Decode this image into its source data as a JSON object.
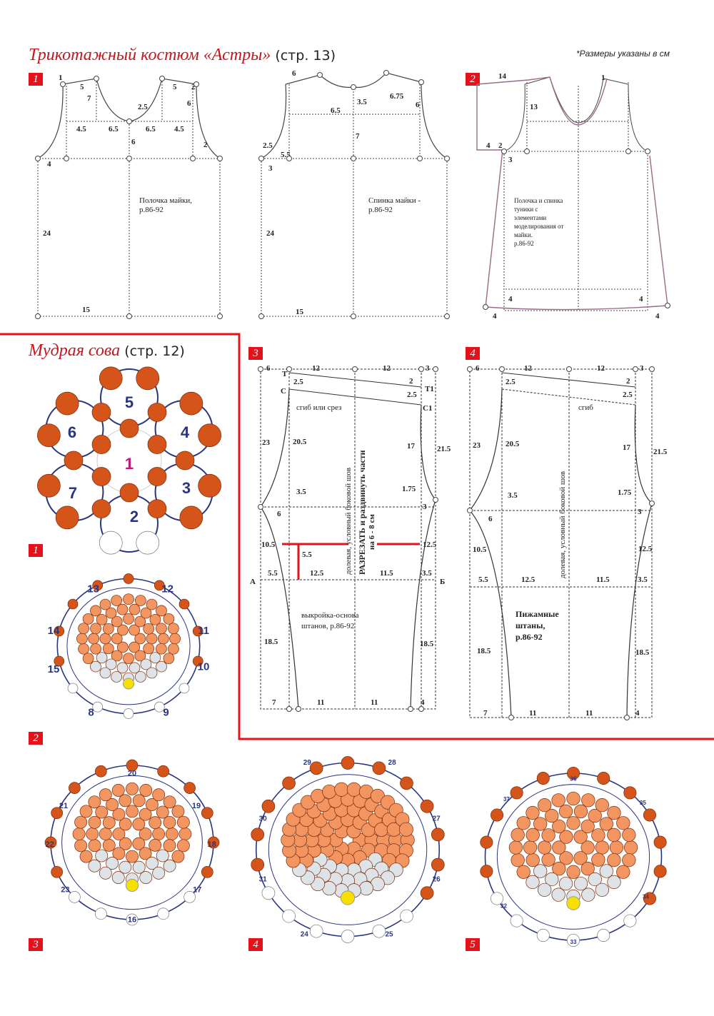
{
  "header": {
    "title": "Трикотажный костюм «Астры»",
    "page_ref": "(стр. 13)",
    "note": "*Размеры указаны в см"
  },
  "section2": {
    "title": "Мудрая сова",
    "page_ref": "(стр. 12)"
  },
  "badges": {
    "top1": "1",
    "top2": "2",
    "pants3": "3",
    "pants4": "4",
    "bead1": "1",
    "bead2": "2",
    "bead3": "3",
    "bead4": "4",
    "bead5": "5"
  },
  "colors": {
    "accent": "#e4131b",
    "bead_dark": "#d4541a",
    "bead_light": "#f29560",
    "thread": "#2a3580",
    "tunic_outline": "#9a6a8a"
  },
  "front": {
    "caption1": "Полочка майки,",
    "caption2": "р.86-92",
    "labels": [
      "1",
      "5",
      "7",
      "2.5",
      "5",
      "2",
      "6",
      "4.5",
      "6.5",
      "6.5",
      "4.5",
      "6",
      "2",
      "4",
      "24",
      "15"
    ]
  },
  "back": {
    "caption1": "Спинка майки -",
    "caption2": "р.86-92",
    "labels": [
      "6",
      "3.5",
      "6.75",
      "6",
      "6.5",
      "7",
      "2.5",
      "5.5",
      "3",
      "24",
      "15"
    ]
  },
  "tunic": {
    "caption": [
      "Полочка и спинка",
      "туники с",
      "элементами",
      "моделирования от",
      "майки.",
      "р.86-92"
    ],
    "labels": [
      "14",
      "1",
      "13",
      "4",
      "2",
      "3",
      "4",
      "4",
      "4",
      "4"
    ]
  },
  "pants3": {
    "fold": "сгиб или срез",
    "grain": "долевая, условный боковой шов",
    "cut1": "РАЗРЕЗАТЬ и раздвинуть части",
    "cut2": "на 6 - 8 см",
    "caption1": "выкройка-основа",
    "caption2": "штанов, р.86-92",
    "labels": [
      "6",
      "12",
      "12",
      "3",
      "Т",
      "2.5",
      "2",
      "Т1",
      "С",
      "2.5",
      "С1",
      "23",
      "20.5",
      "17",
      "21.5",
      "3.5",
      "1.75",
      "6",
      "3",
      "10.5",
      "5.5",
      "12.5",
      "А",
      "5.5",
      "12.5",
      "11.5",
      "3.5",
      "Б",
      "18.5",
      "18.5",
      "7",
      "11",
      "11",
      "4"
    ]
  },
  "pants4": {
    "fold": "сгиб",
    "grain": "долевая, условный боковой шов",
    "caption1": "Пижамные",
    "caption2": "штаны,",
    "caption3": "р.86-92",
    "labels": [
      "6",
      "12",
      "12",
      "3",
      "2.5",
      "2",
      "2.5",
      "23",
      "20.5",
      "17",
      "21.5",
      "3.5",
      "1.75",
      "6",
      "3",
      "10.5",
      "12.5",
      "5.5",
      "12.5",
      "11.5",
      "3.5",
      "18.5",
      "18.5",
      "7",
      "11",
      "11",
      "4"
    ]
  },
  "beads": {
    "d1": [
      "5",
      "6",
      "4",
      "1",
      "7",
      "3",
      "2"
    ],
    "d2": [
      "13",
      "12",
      "14",
      "11",
      "15",
      "10",
      "8",
      "9"
    ],
    "d3": [
      "20",
      "21",
      "19",
      "22",
      "18",
      "23",
      "17",
      "16"
    ],
    "d4": [
      "29",
      "28",
      "30",
      "27",
      "31",
      "26",
      "24",
      "25"
    ],
    "d5": [
      "36",
      "37",
      "35",
      "32",
      "34",
      "33"
    ]
  }
}
